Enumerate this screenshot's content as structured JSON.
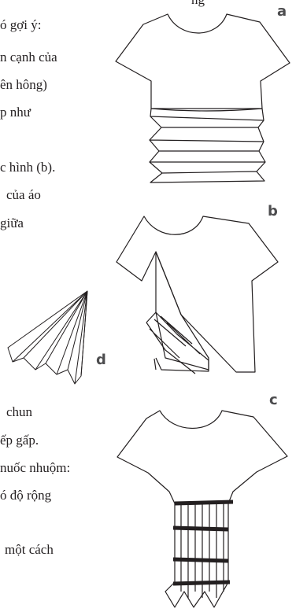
{
  "text_lines": [
    "ng",
    "ó gợi ý:",
    "n cạnh của",
    "ên hông)",
    "p như",
    "c hình (b).",
    "của áo",
    "giữa",
    "chun",
    "ếp gấp.",
    "nuốc nhuộm:",
    "ó độ rộng",
    "một cách"
  ],
  "figures": {
    "a": {
      "label": "a"
    },
    "b": {
      "label": "b"
    },
    "c": {
      "label": "c"
    },
    "d": {
      "label": "d"
    }
  }
}
